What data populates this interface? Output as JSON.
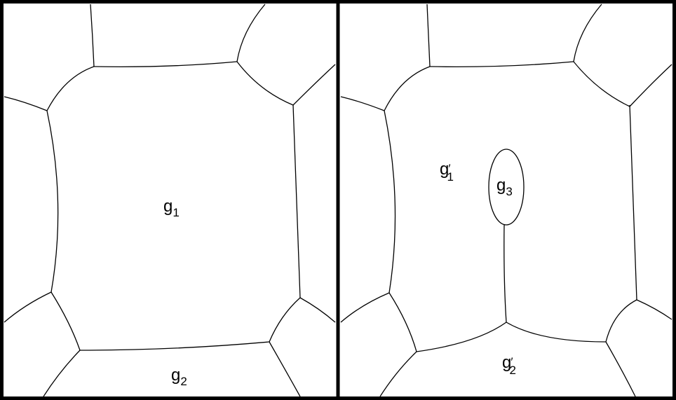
{
  "panels": {
    "left": {
      "label_g1": {
        "base": "g",
        "sub": "1",
        "prime": ""
      },
      "label_g2": {
        "base": "g",
        "sub": "2",
        "prime": ""
      }
    },
    "right": {
      "label_g1p": {
        "base": "g",
        "sub": "1",
        "prime": "′"
      },
      "label_g3": {
        "base": "g",
        "sub": "3",
        "prime": ""
      },
      "label_g2p": {
        "base": "g",
        "sub": "2",
        "prime": "′"
      }
    }
  },
  "colors": {
    "line": "#000000",
    "background": "#ffffff"
  }
}
